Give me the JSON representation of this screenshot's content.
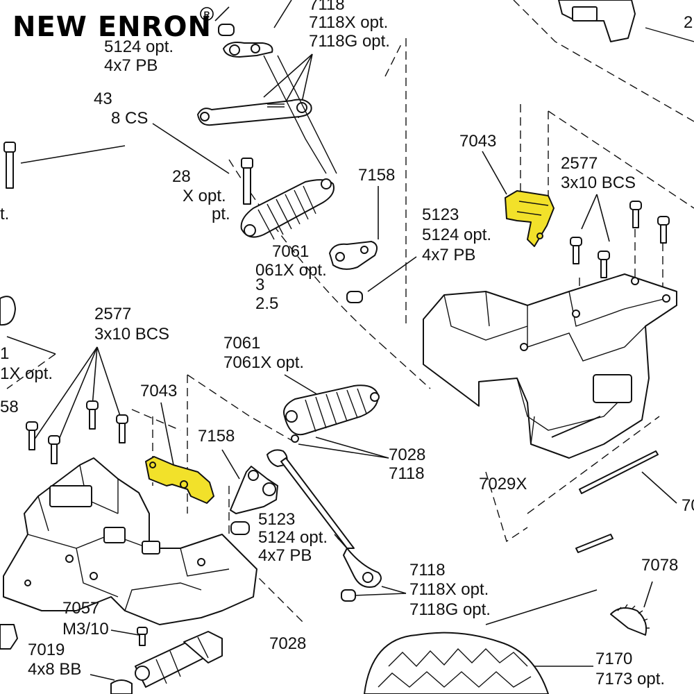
{
  "brand": {
    "name": "NEW ENRON",
    "registered_mark": "R"
  },
  "colors": {
    "highlight": "#f2e12a",
    "line": "#111111"
  },
  "labels": {
    "top_7118": "7118",
    "top_7118x": "7118X opt.",
    "top_7118g": "7118G opt.",
    "top_5124": "5124 opt.",
    "top_4x7pb": "4x7 PB",
    "frag_43": "43",
    "frag_cs": "8 CS",
    "frag_28": "28",
    "frag_opt1": "X opt.",
    "frag_opt2": "pt.",
    "frag_t": "t.",
    "top_7158": "7158",
    "mid_7061": "7061",
    "mid_7061x": "061X opt.",
    "frag_3": "3",
    "frag_25": "2.5",
    "r_7043": "7043",
    "r_2577": "2577",
    "r_3x10bcs": "3x10 BCS",
    "r_5123": "5123",
    "r_5124": "5124 opt.",
    "r_4x7pb": "4x7 PB",
    "frag_2": "2.",
    "l_2577": "2577",
    "l_3x10bcs": "3x10 BCS",
    "frag_1": "1",
    "frag_1x": "1X opt.",
    "frag_58": "58",
    "c_7061": "7061",
    "c_7061x": "7061X opt.",
    "l_7043": "7043",
    "c_7158": "7158",
    "c_7028": "7028",
    "c_7118": "7118",
    "frag_7029x": "7029X",
    "frag_70": "70",
    "c_5123": "5123",
    "c_5124": "5124 opt.",
    "c_4x7pb": "4x7 PB",
    "l_7057": "7057",
    "l_m310": "M3/10",
    "l_7019": "7019",
    "l_4x8bb": "4x8 BB",
    "b_7118": "7118",
    "b_7118x": "7118X opt.",
    "b_7118g": "7118G opt.",
    "b_7028": "7028",
    "b_7078": "7078",
    "b_7170": "7170",
    "b_7173": "7173 opt."
  }
}
